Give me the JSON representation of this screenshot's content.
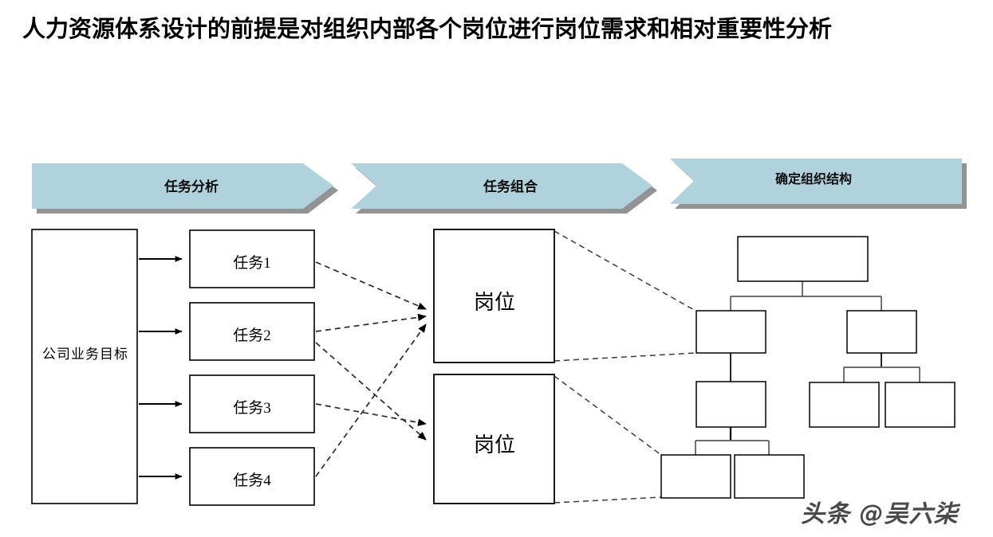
{
  "slide": {
    "title": "人力资源体系设计的前提是对组织内部各个岗位进行岗位需求和相对重要性分析",
    "watermark": "头条 @吴六柒",
    "background_color": "#ffffff"
  },
  "colors": {
    "banner_fill": "#b0d2dc",
    "banner_shadow": "#808080",
    "box_stroke": "#000000",
    "box_fill": "#ffffff",
    "connector_solid": "#000000",
    "connector_dashed": "#3a3a3a",
    "org_link": "#595959",
    "title_text": "#000000"
  },
  "banners": [
    {
      "id": "banner-task-analysis",
      "label": "任务分析"
    },
    {
      "id": "banner-task-combination",
      "label": "任务组合"
    },
    {
      "id": "banner-org-structure",
      "label": "确定组织结构"
    }
  ],
  "stage_task_analysis": {
    "goal_box": {
      "label": "公司业务目标"
    },
    "task_boxes": [
      {
        "label": "任务1"
      },
      {
        "label": "任务2"
      },
      {
        "label": "任务3"
      },
      {
        "label": "任务4"
      }
    ]
  },
  "stage_task_combination": {
    "position_boxes": [
      {
        "label": "岗位"
      },
      {
        "label": "岗位"
      }
    ],
    "mapping_note": "任务1、任务2、任务4 指向上方岗位；任务2、任务3 指向下方岗位"
  },
  "stage_org_structure": {
    "nodes": [
      {
        "id": "org-root",
        "label": ""
      },
      {
        "id": "org-l2-left",
        "label": ""
      },
      {
        "id": "org-l2-right",
        "label": ""
      },
      {
        "id": "org-l3-left",
        "label": ""
      },
      {
        "id": "org-l4-left-a",
        "label": ""
      },
      {
        "id": "org-l4-left-b",
        "label": ""
      },
      {
        "id": "org-l3-right-a",
        "label": ""
      },
      {
        "id": "org-l3-right-b",
        "label": ""
      }
    ]
  }
}
